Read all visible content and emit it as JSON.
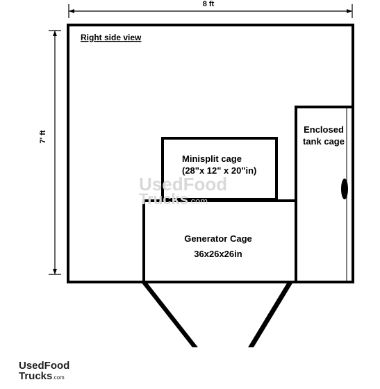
{
  "dimensions": {
    "width_label": "8 ft",
    "height_label": "7' ft"
  },
  "view_title": "Right side view",
  "components": {
    "minisplit": {
      "line1": "Minisplit cage",
      "line2": "(28\"x 12\" x 20\"in)"
    },
    "enclosed_tank": {
      "line1": "Enclosed",
      "line2": "tank cage"
    },
    "generator": {
      "line1": "Generator Cage",
      "line2": "36x26x26in"
    }
  },
  "watermark": {
    "top": "UsedFood",
    "bottom": "Trucks",
    "suffix": ".com"
  },
  "logo": {
    "top": "UsedFood",
    "bottom": "Trucks",
    "suffix": ".com"
  },
  "colors": {
    "line": "#000000",
    "background": "#ffffff",
    "watermark": "#d9d9d9"
  }
}
